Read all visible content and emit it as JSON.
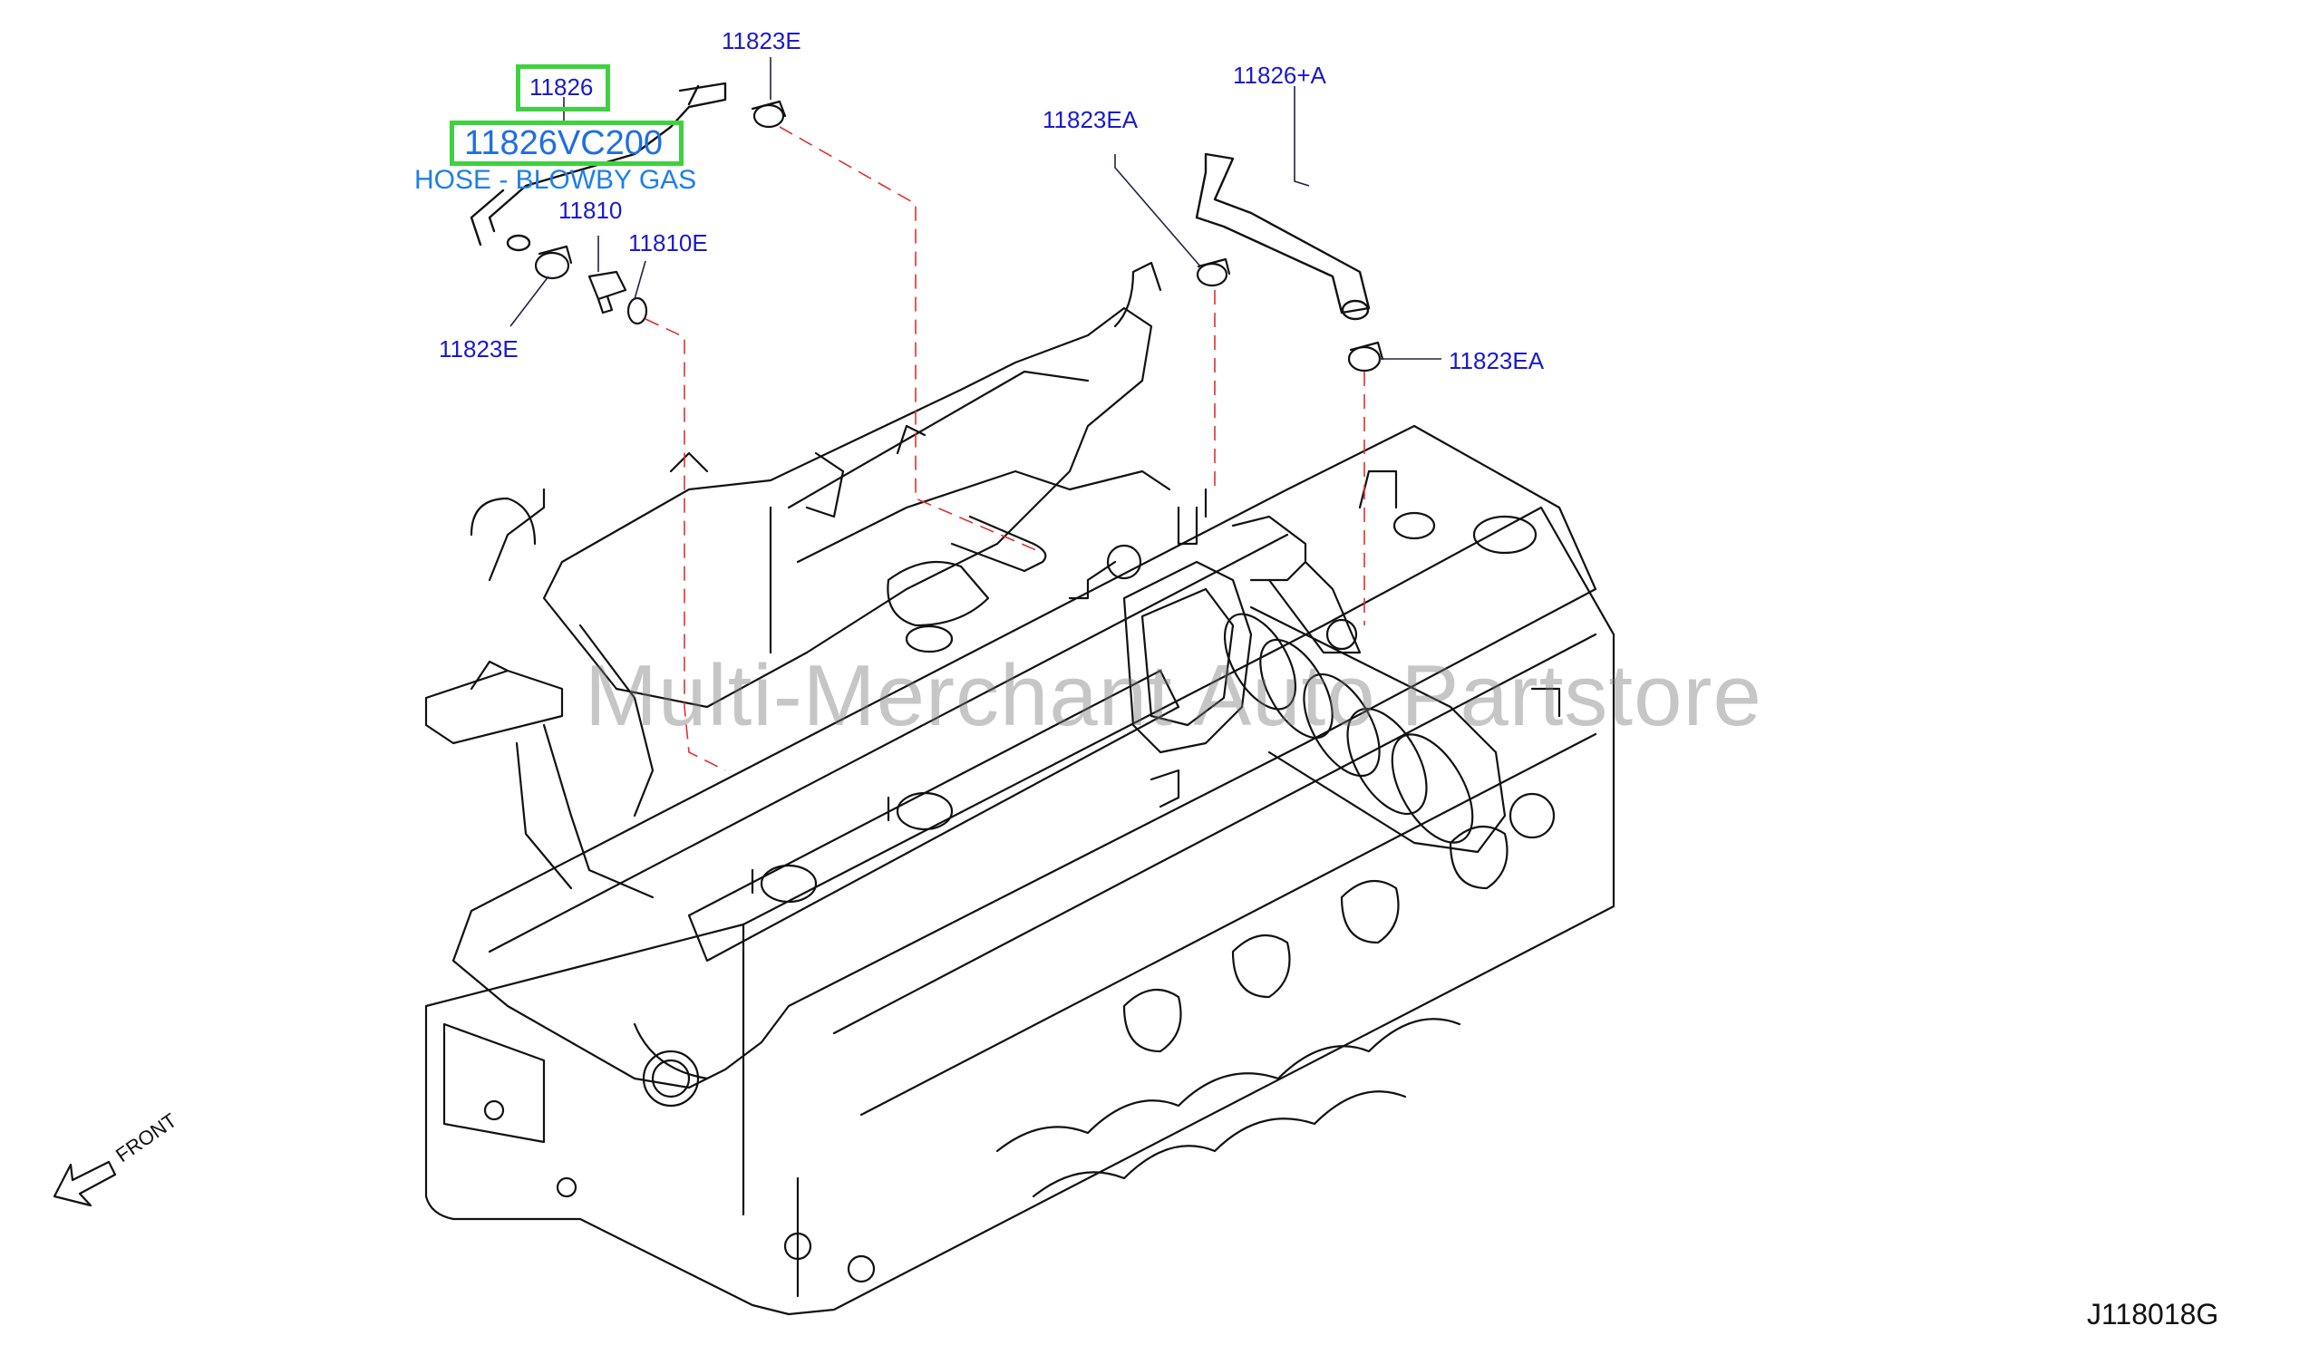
{
  "diagram": {
    "part_labels": {
      "top_11823e": "11823E",
      "upper_11826": "11826",
      "hose_part_number": "11826VC200",
      "hose_description": "HOSE - BLOWBY GAS",
      "label_11810": "11810",
      "label_11810e": "11810E",
      "lower_11823e": "11823E",
      "left_11823ea": "11823EA",
      "label_11826a": "11826+A",
      "right_11823ea": "11823EA"
    },
    "watermark": "Multi-Merchant Auto Partstore",
    "front_label": "FRONT",
    "diagram_code": "J118018G",
    "colors": {
      "label_blue": "#1a1acc",
      "highlight_green": "#3fd13f",
      "leader_red": "#e03030"
    }
  }
}
